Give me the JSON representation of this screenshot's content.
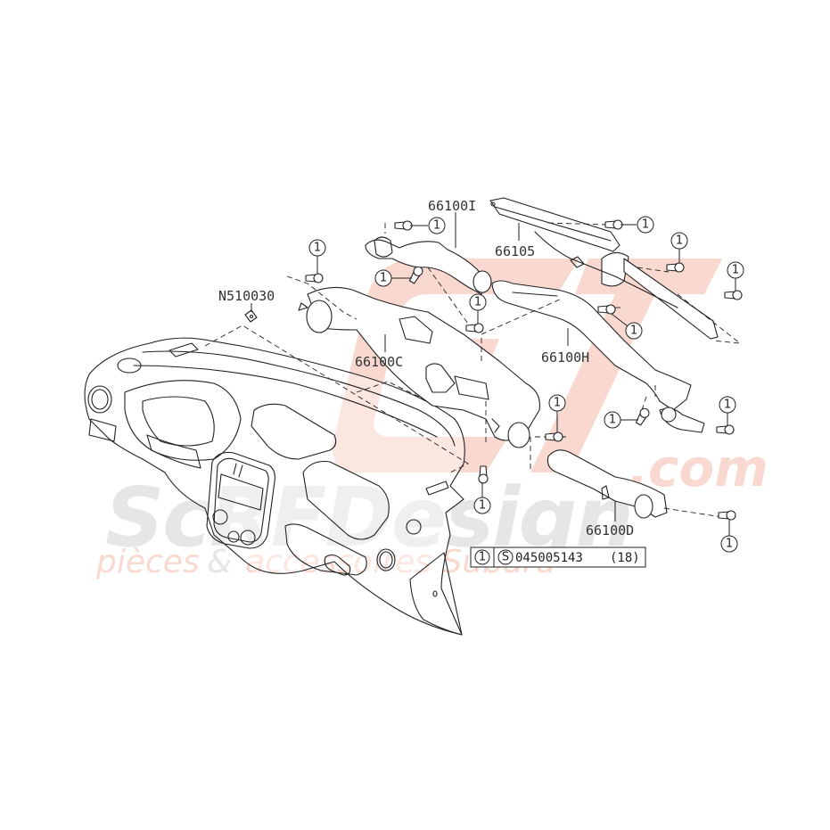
{
  "diagram": {
    "type": "exploded parts diagram",
    "subject": "Instrument panel air ducts",
    "line_color": "#222222",
    "background": "#ffffff"
  },
  "watermark": {
    "logo_color": "#f9d9cf",
    "text_color": "#e6e6e6",
    "main_text": "ScRFDesign",
    "suffix": ".com",
    "tagline_part1": "pièces",
    "tagline_amp": "&",
    "tagline_part2": "accessoires Subaru"
  },
  "part_labels": [
    {
      "id": "66100I",
      "text": "66100I"
    },
    {
      "id": "66105",
      "text": "66105"
    },
    {
      "id": "N510030",
      "text": "N510030"
    },
    {
      "id": "66100C",
      "text": "66100C"
    },
    {
      "id": "66100H",
      "text": "66100H"
    },
    {
      "id": "66100D",
      "text": "66100D"
    }
  ],
  "callouts": {
    "symbol": "1",
    "count": 14
  },
  "legend": {
    "ref": "1",
    "std_symbol": "S",
    "part_number": "045005143",
    "qty": "(18)"
  }
}
